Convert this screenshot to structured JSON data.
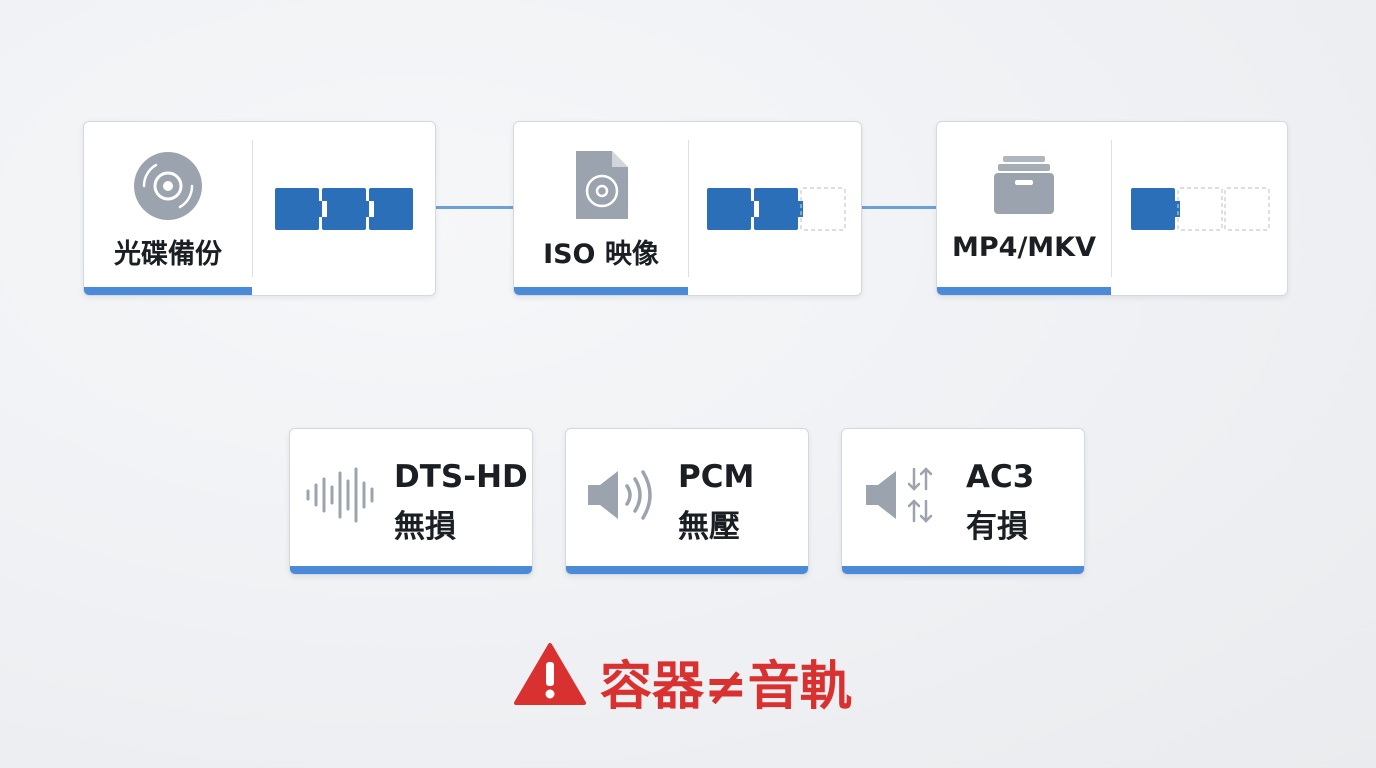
{
  "formats": [
    {
      "label": "光碟備份",
      "icon": "disc-icon",
      "tracks_filled": 3,
      "tracks_total": 3
    },
    {
      "label": "ISO 映像",
      "icon": "disc-file-icon",
      "tracks_filled": 2,
      "tracks_total": 3
    },
    {
      "label": "MP4/MKV",
      "icon": "archive-box-icon",
      "tracks_filled": 1,
      "tracks_total": 3
    }
  ],
  "audio": [
    {
      "name": "DTS-HD",
      "desc": "無損",
      "icon": "waveform-icon"
    },
    {
      "name": "PCM",
      "desc": "無壓",
      "icon": "speaker-icon"
    },
    {
      "name": "AC3",
      "desc": "有損",
      "icon": "speaker-compress-icon"
    }
  ],
  "warning": {
    "text": "容器≠音軌",
    "icon": "warning-triangle-icon"
  },
  "colors": {
    "accent": "#4a8ad6",
    "track": "#2a6fb8",
    "icon": "#9ba4ae",
    "warning": "#d93030"
  }
}
